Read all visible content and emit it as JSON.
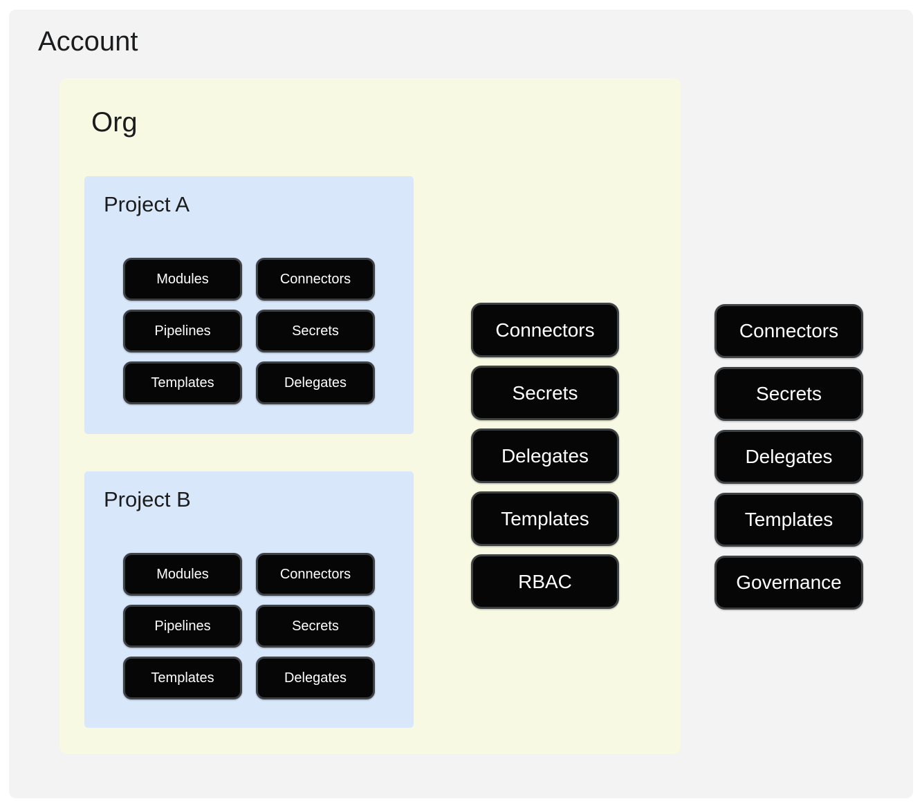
{
  "colors": {
    "page_bg": "#ffffff",
    "account_bg": "#f3f3f3",
    "org_bg": "#f7f9e2",
    "project_bg": "#d8e7fa",
    "button_bg": "#060606",
    "button_border": "#3d4144",
    "button_text": "#ffffff",
    "title_text": "#1a1c1e"
  },
  "account": {
    "title": "Account",
    "buttons": [
      "Connectors",
      "Secrets",
      "Delegates",
      "Templates",
      "Governance"
    ]
  },
  "org": {
    "title": "Org",
    "buttons": [
      "Connectors",
      "Secrets",
      "Delegates",
      "Templates",
      "RBAC"
    ]
  },
  "projects": [
    {
      "title": "Project A",
      "buttons": [
        "Modules",
        "Connectors",
        "Pipelines",
        "Secrets",
        "Templates",
        "Delegates"
      ]
    },
    {
      "title": "Project B",
      "buttons": [
        "Modules",
        "Connectors",
        "Pipelines",
        "Secrets",
        "Templates",
        "Delegates"
      ]
    }
  ]
}
